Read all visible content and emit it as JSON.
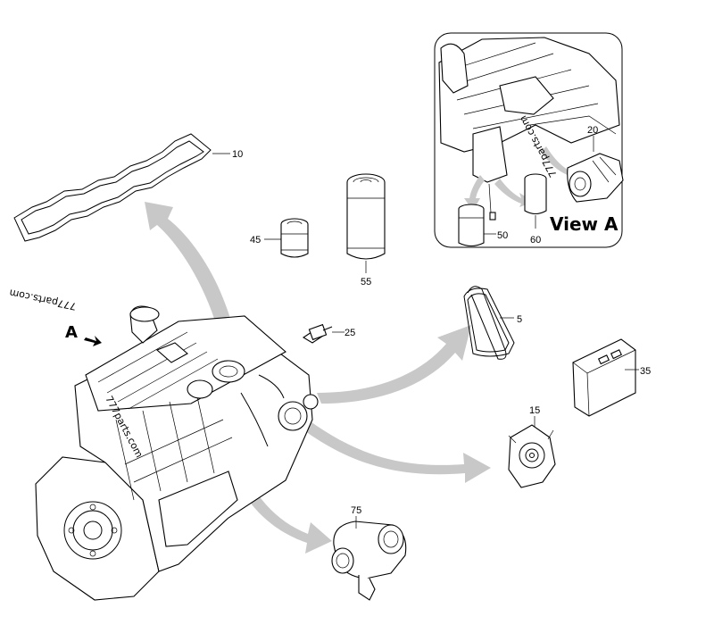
{
  "diagram": {
    "inset": {
      "title": "View A"
    },
    "view_marker": "A",
    "watermark": "777parts.com",
    "part_labels": {
      "p10": "10",
      "p45": "45",
      "p55": "55",
      "p5": "5",
      "p25": "25",
      "p35": "35",
      "p15": "15",
      "p75": "75",
      "p20": "20",
      "p50": "50",
      "p60": "60"
    },
    "colors": {
      "arrow": "#c8c8c8",
      "line": "#000000",
      "background": "#ffffff"
    }
  }
}
